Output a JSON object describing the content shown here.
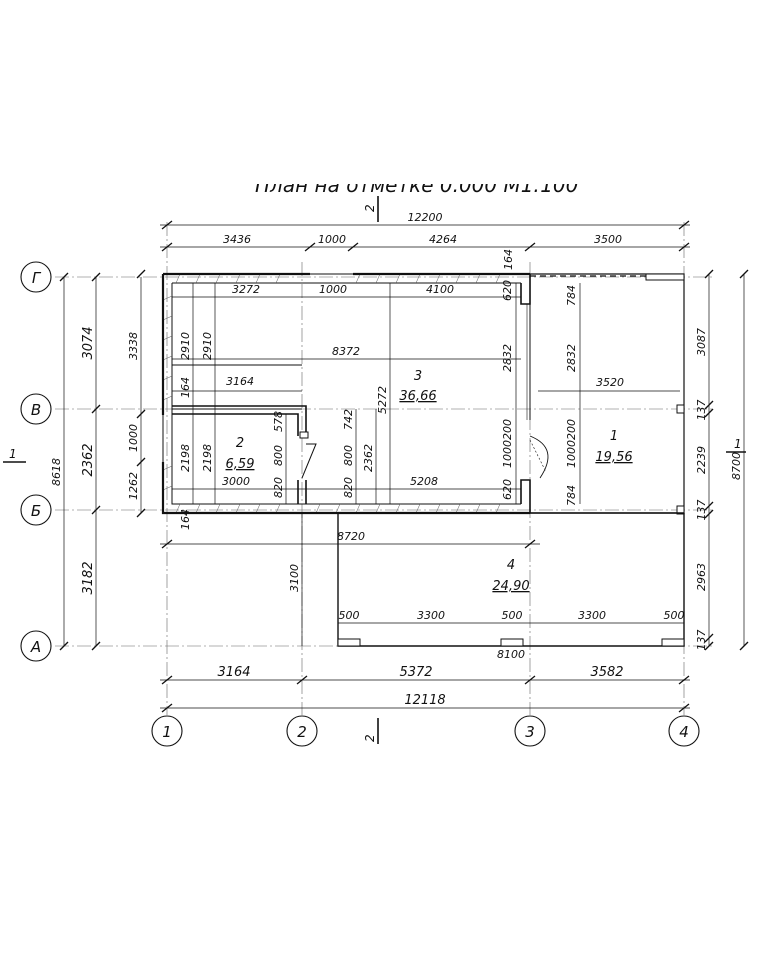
{
  "title_fragment": "План на отметке 0.000 М1:100",
  "section_marks": {
    "top": "2",
    "bottom": "2",
    "left": "1",
    "right": "1"
  },
  "axes": {
    "columns": [
      "1",
      "2",
      "3",
      "4"
    ],
    "rows": [
      "Г",
      "В",
      "Б",
      "А"
    ]
  },
  "rooms": [
    {
      "number": "3",
      "area": "36,66"
    },
    {
      "number": "2",
      "area": "6,59"
    },
    {
      "number": "1",
      "area": "19,56"
    },
    {
      "number": "4",
      "area": "24,90"
    }
  ],
  "dims": {
    "top_overall": "12200",
    "top_chain": [
      "3436",
      "1000",
      "4264",
      "3500"
    ],
    "top_inner_164": "164",
    "inner_top_chain": [
      "3272",
      "1000",
      "4100"
    ],
    "inner_620_top": "620",
    "inner_784_top": "784",
    "span_8372": "8372",
    "span_3164_mid": "3164",
    "span_3520": "3520",
    "inner_2832_a": "2832",
    "inner_2832_b": "2832",
    "inner_5272": "5272",
    "inner_742": "742",
    "inner_2362_mid": "2362",
    "inner_578": "578",
    "inner_800_a": "800",
    "inner_800_b": "800",
    "inner_820_a": "820",
    "inner_820_b": "820",
    "inner_1000_door_a": "1000",
    "inner_200_door_a": "200",
    "inner_1000_door_b": "1000",
    "inner_200_door_b": "200",
    "inner_620_bot": "620",
    "inner_784_bot": "784",
    "inner_3000": "3000",
    "inner_5208": "5208",
    "inner_164_left_top": "164",
    "inner_164_left_bot": "164",
    "left_2910_a": "2910",
    "left_2910_b": "2910",
    "left_2198_a": "2198",
    "left_2198_b": "2198",
    "left_outer_3338": "3338",
    "left_outer_1000": "1000",
    "left_outer_1262": "1262",
    "left_chain": [
      "3074",
      "2362",
      "3182"
    ],
    "left_overall": "8618",
    "right_chain": [
      "3087",
      "137",
      "2239",
      "137",
      "2963",
      "137"
    ],
    "right_overall": "8700",
    "annex_width": "8720",
    "annex_3100": "3100",
    "porch_chain": [
      "500",
      "3300",
      "500",
      "3300",
      "500"
    ],
    "porch_overall": "8100",
    "bottom_chain": [
      "3164",
      "5372",
      "3582"
    ],
    "bottom_overall": "12118"
  }
}
